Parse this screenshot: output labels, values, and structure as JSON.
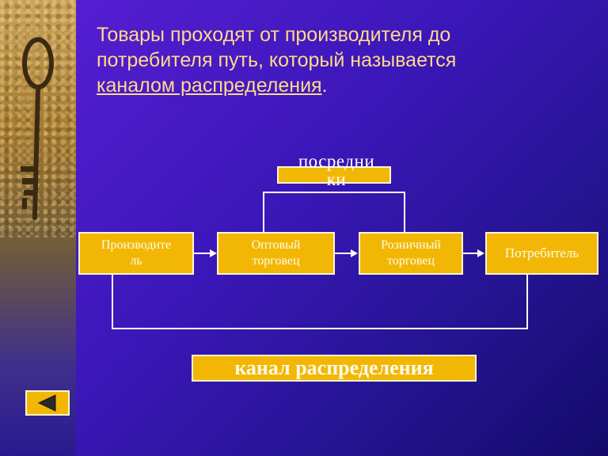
{
  "title": {
    "line1": "Товары проходят от производителя до",
    "line2": "потребителя путь, который называется",
    "underlined": "каналом распределения",
    "end": "."
  },
  "diagram": {
    "intermediaries": {
      "part1": "посредни",
      "part2": "ки"
    },
    "boxes": [
      {
        "line1": "Производите",
        "line2": "ль"
      },
      {
        "line1": "Оптовый",
        "line2": "торговец"
      },
      {
        "line1": "Розничный",
        "line2": "торговец"
      },
      {
        "line1": "Потребитель",
        "line2": ""
      }
    ],
    "channel_label": "канал распределения"
  },
  "colors": {
    "background": "#3a17b8",
    "box_fill": "#f2b705",
    "title_text": "#ffd98a"
  },
  "icons": {
    "decor": "key-icon",
    "nav": "back-arrow-icon"
  }
}
